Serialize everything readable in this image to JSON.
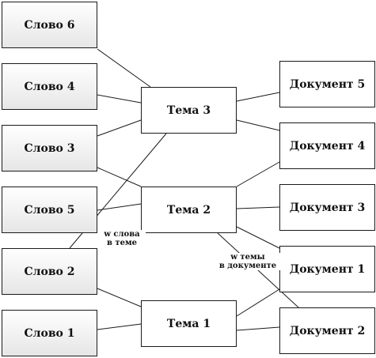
{
  "words": [
    {
      "id": "w6",
      "label": "Слово 6"
    },
    {
      "id": "w4",
      "label": "Слово 4"
    },
    {
      "id": "w3",
      "label": "Слово 3"
    },
    {
      "id": "w5",
      "label": "Слово 5"
    },
    {
      "id": "w2",
      "label": "Слово 2"
    },
    {
      "id": "w1",
      "label": "Слово 1"
    }
  ],
  "topics": [
    {
      "id": "t3",
      "label": "Тема 3"
    },
    {
      "id": "t2",
      "label": "Тема 2"
    },
    {
      "id": "t1",
      "label": "Тема 1"
    }
  ],
  "documents": [
    {
      "id": "d5",
      "label": "Документ 5"
    },
    {
      "id": "d4",
      "label": "Документ 4"
    },
    {
      "id": "d3",
      "label": "Документ 3"
    },
    {
      "id": "d1",
      "label": "Документ 1"
    },
    {
      "id": "d2",
      "label": "Документ 2"
    }
  ],
  "edges": [
    [
      "w6",
      "t3"
    ],
    [
      "w4",
      "t3"
    ],
    [
      "w3",
      "t3"
    ],
    [
      "w3",
      "t2"
    ],
    [
      "w5",
      "t2"
    ],
    [
      "w2",
      "t3"
    ],
    [
      "w2",
      "t1"
    ],
    [
      "w1",
      "t1"
    ],
    [
      "t3",
      "d5"
    ],
    [
      "t3",
      "d4"
    ],
    [
      "t2",
      "d4"
    ],
    [
      "t2",
      "d3"
    ],
    [
      "t2",
      "d1"
    ],
    [
      "t2",
      "d2"
    ],
    [
      "t1",
      "d1"
    ],
    [
      "t1",
      "d2"
    ]
  ],
  "annotations": {
    "word_in_topic": "w слова\nв теме",
    "topic_in_document": "w темы\nв документе"
  }
}
